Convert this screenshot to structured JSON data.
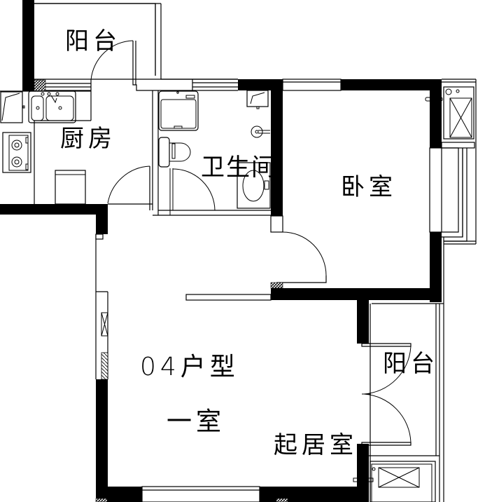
{
  "plan": {
    "title": "04户型 一室",
    "unit_type": "04户型",
    "unit_subtitle": "一室",
    "colors": {
      "wall": "#000000",
      "background": "#ffffff",
      "line": "#000000"
    }
  },
  "rooms": [
    {
      "id": "balcony-north",
      "label": "阳台"
    },
    {
      "id": "kitchen",
      "label": "厨房"
    },
    {
      "id": "bathroom",
      "label": "卫生间"
    },
    {
      "id": "bedroom",
      "label": "卧室"
    },
    {
      "id": "balcony-east",
      "label": "阳台"
    },
    {
      "id": "living-room",
      "label": "起居室"
    }
  ]
}
